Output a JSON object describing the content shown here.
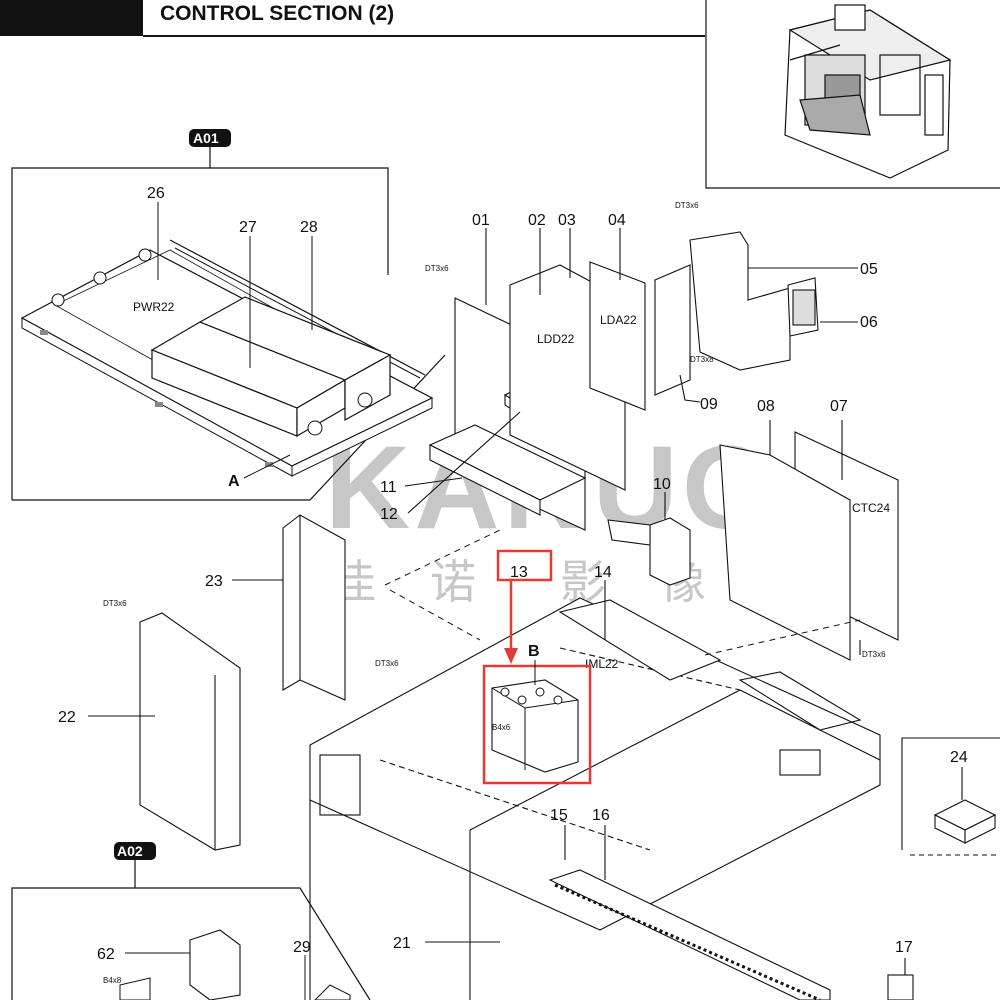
{
  "title": "CONTROL SECTION (2)",
  "watermark": {
    "latin": "KANUO",
    "cjk": [
      "佳",
      "诺",
      "影",
      "像"
    ],
    "color": "#9a9a9a"
  },
  "colors": {
    "line": "#111111",
    "highlight": "#e53935",
    "badge": "#111111"
  },
  "groups": {
    "a01": "A01",
    "a02": "A02"
  },
  "views": {
    "a": "A",
    "b": "B"
  },
  "board_labels": {
    "pwr22": "PWR22",
    "ldd22": "LDD22",
    "lda22": "LDA22",
    "ctc24": "CTC24",
    "iml22": "IML22"
  },
  "screw_labels": {
    "dt3x6": "DT3x6",
    "dt3x8": "DT3x8",
    "b4x6": "B4x6",
    "b4x8": "B4x8"
  },
  "callouts": {
    "c01": "01",
    "c02": "02",
    "c03": "03",
    "c04": "04",
    "c05": "05",
    "c06": "06",
    "c07": "07",
    "c08": "08",
    "c09": "09",
    "c10": "10",
    "c11": "11",
    "c12": "12",
    "c13": "13",
    "c14": "14",
    "c15": "15",
    "c16": "16",
    "c17": "17",
    "c21": "21",
    "c22": "22",
    "c23": "23",
    "c24": "24",
    "c26": "26",
    "c27": "27",
    "c28": "28",
    "c29": "29",
    "c62": "62"
  }
}
